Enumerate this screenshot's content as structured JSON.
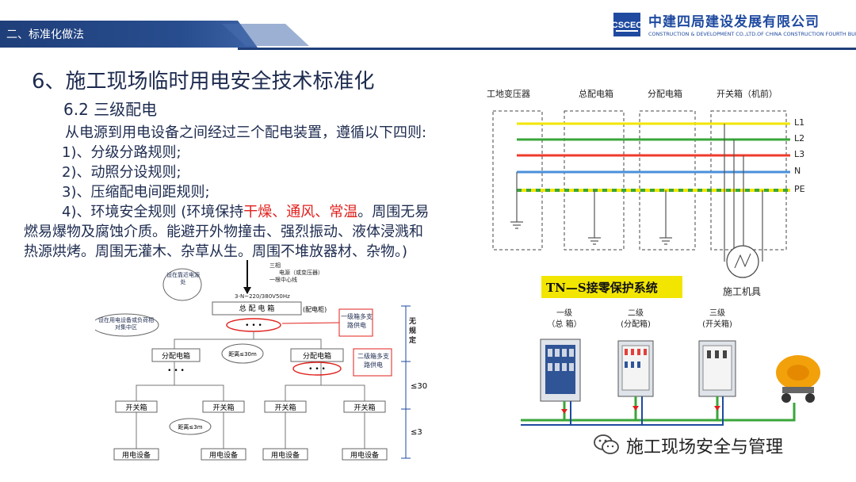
{
  "header": {
    "section": "二、标准化做法",
    "company_cn": "中建四局建设发展有限公司",
    "company_en": "CONSTRUCTION & DEVELOPMENT CO.,LTD.OF CHINA CONSTRUCTION FOURTH BUREAU"
  },
  "content": {
    "title": "6、施工现场临时用电安全技术标准化",
    "subtitle": "6.2  三级配电",
    "intro": "从电源到用电设备之间经过三个配电装置，遵循以下四则:",
    "rule1": "1)、分级分路规则;",
    "rule2": "2)、动照分设规则;",
    "rule3": "3)、压缩配电间距规则;",
    "rule4_a": "4)、环境安全规则 (环境保持",
    "rule4_red": "干燥、通风、常温",
    "rule4_b": "。周围无易",
    "rule4_line2": "燃易爆物及腐蚀介质。能避开外物撞击、强烈振动、液体浸溅和",
    "rule4_line3": "热源烘烤。周围无灌木、杂草从生。周围不堆放器材、杂物。)"
  },
  "wiring_diagram": {
    "col1": "工地变压器",
    "col2": "总配电箱",
    "col3": "分配电箱",
    "col4": "开关箱（机前）",
    "lines": [
      "L1",
      "L2",
      "L3",
      "N",
      "PE"
    ],
    "machine": "施工机具",
    "colors": {
      "L1": "#f2e600",
      "L2": "#3aa63a",
      "L3": "#ef3b2c",
      "N": "#4a90d9",
      "PE": "#7fbf3f"
    }
  },
  "tns_diagram": {
    "banner": "TN—S接零保护系统",
    "level1_a": "一级",
    "level1_b": "（总 箱）",
    "level2_a": "二级",
    "level2_b": "(分配箱)",
    "level3_a": "三级",
    "level3_b": "(开关箱)"
  },
  "tree_diagram": {
    "top_notes": [
      "三相",
      "电源（或变压器）",
      "一根中心线"
    ],
    "voltage": "3-N~220/380V50Hz",
    "main_box": "总  配  电  箱",
    "main_box_note": "(配电柜)",
    "callout_near_source": "设在靠近电源处",
    "callout_load_center": "设在用电设备或负荷相对集中区",
    "callout_level1": "一级箱多支路供电",
    "callout_level2": "二级箱多支路供电",
    "dist_box": "分配电箱",
    "dist_note": "距离≤30m",
    "switch_box": "开关箱",
    "switch_note": "距离≤3m",
    "device": "用电设备",
    "dots": "• • •",
    "scale_1": "无规定",
    "scale_2": "≤30",
    "scale_3": "≤3"
  },
  "watermark": "施工现场安全与管理"
}
